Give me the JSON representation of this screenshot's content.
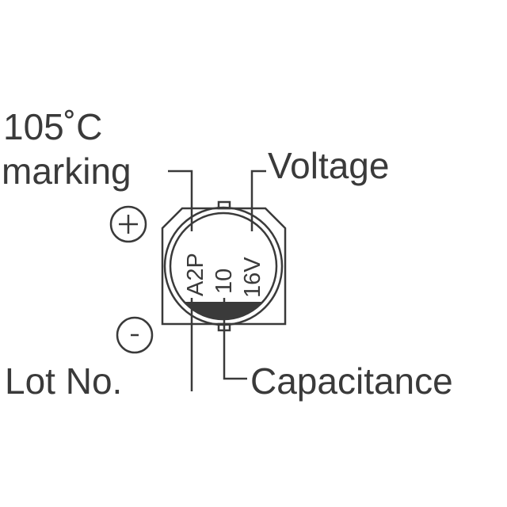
{
  "labels": {
    "temp_line1": "105˚C",
    "temp_line2": "marking",
    "voltage": "Voltage",
    "lot": "Lot No.",
    "capacitance": "Capacitance"
  },
  "markings": {
    "code": "A2P",
    "capacitance_value": "10",
    "voltage_value": "16V"
  },
  "polarity": {
    "plus": "+",
    "minus": "-"
  },
  "colors": {
    "ink": "#3a3a3a",
    "background": "#ffffff"
  }
}
